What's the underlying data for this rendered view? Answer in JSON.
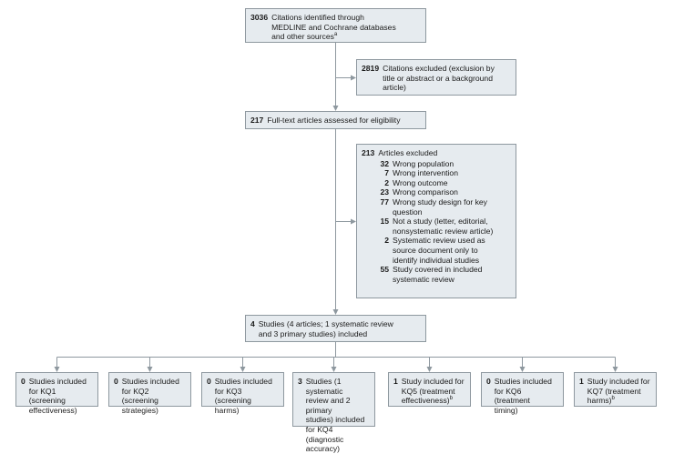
{
  "identified": {
    "count": "3036",
    "text": "Citations identified through\nMEDLINE and Cochrane databases\nand other sources",
    "sup": "a"
  },
  "excluded_citations": {
    "count": "2819",
    "text": "Citations excluded (exclusion by\ntitle or abstract or a background\narticle)"
  },
  "fulltext": {
    "count": "217",
    "text": "Full-text articles assessed for eligibility"
  },
  "excluded_articles": {
    "count": "213",
    "text": "Articles excluded",
    "reasons": [
      {
        "count": "32",
        "text": "Wrong population"
      },
      {
        "count": "7",
        "text": "Wrong intervention"
      },
      {
        "count": "2",
        "text": "Wrong outcome"
      },
      {
        "count": "23",
        "text": "Wrong comparison"
      },
      {
        "count": "77",
        "text": "Wrong study design for key\nquestion"
      },
      {
        "count": "15",
        "text": "Not a study (letter, editorial,\nnonsystematic review article)"
      },
      {
        "count": "2",
        "text": "Systematic review used as\nsource document only to\nidentify individual studies"
      },
      {
        "count": "55",
        "text": "Study covered in included\nsystematic review"
      }
    ]
  },
  "included": {
    "count": "4",
    "text": "Studies (4 articles; 1 systematic review\nand 3 primary studies) included"
  },
  "kq_boxes": [
    {
      "count": "0",
      "text": "Studies included\nfor KQ1 (screening\neffectiveness)",
      "sup": ""
    },
    {
      "count": "0",
      "text": "Studies included\nfor KQ2 (screening\nstrategies)",
      "sup": ""
    },
    {
      "count": "0",
      "text": "Studies included\nfor KQ3 (screening\nharms)",
      "sup": ""
    },
    {
      "count": "3",
      "text": "Studies (1 systematic\nreview and 2 primary\nstudies) included\nfor KQ4 (diagnostic\naccuracy)",
      "sup": ""
    },
    {
      "count": "1",
      "text": "Study included for\nKQ5 (treatment\neffectiveness)",
      "sup": "b"
    },
    {
      "count": "0",
      "text": "Studies included\nfor KQ6 (treatment\ntiming)",
      "sup": ""
    },
    {
      "count": "1",
      "text": "Study included for\nKQ7 (treatment\nharms)",
      "sup": "b"
    }
  ],
  "colors": {
    "box_fill": "#e6ebef",
    "box_border": "#8e989f",
    "connector": "#8e989f"
  }
}
